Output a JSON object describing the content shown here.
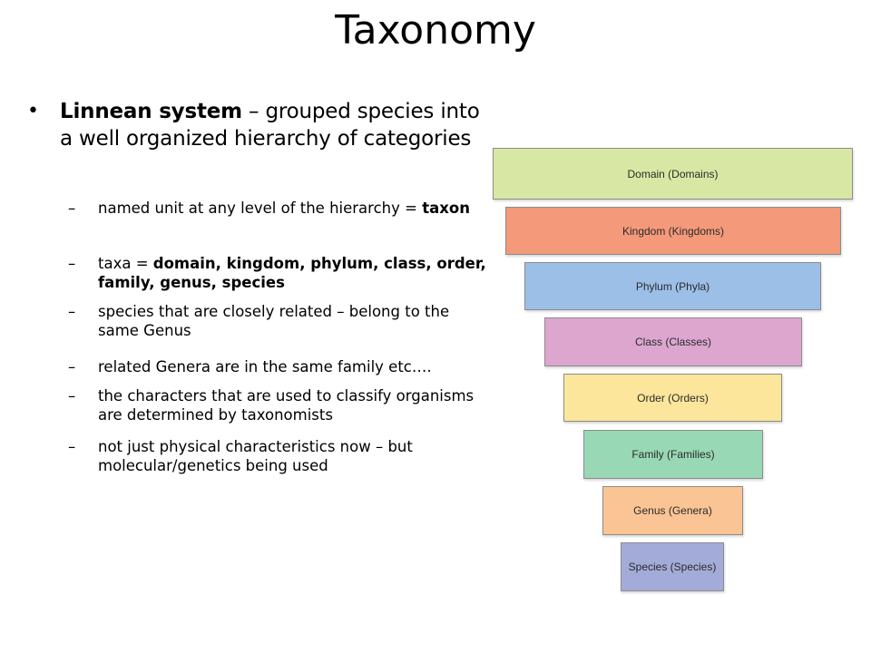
{
  "slide": {
    "title": "Taxonomy",
    "bullet": {
      "bold": "Linnean system",
      "rest": " – grouped species into a well organized hierarchy of categories"
    },
    "subpoints": [
      {
        "normal": "named unit at any level of the hierarchy = ",
        "bold": "taxon"
      },
      {
        "normal": "taxa = ",
        "bold": "domain, kingdom, phylum, class, order, family, genus, species"
      },
      {
        "normal": "species that are closely related – belong to the same Genus",
        "bold": ""
      },
      {
        "normal": "related Genera are in the same family etc….",
        "bold": ""
      },
      {
        "normal": "the characters that are used to classify organisms are determined by taxonomists",
        "bold": ""
      },
      {
        "normal": "not just physical characteristics now – but molecular/genetics being used",
        "bold": ""
      }
    ]
  },
  "hierarchy": [
    {
      "label": "Domain (Domains)",
      "color": "#d8e8a4"
    },
    {
      "label": "Kingdom (Kingdoms)",
      "color": "#f4997a"
    },
    {
      "label": "Phylum (Phyla)",
      "color": "#9cbfe8"
    },
    {
      "label": "Class (Classes)",
      "color": "#dca6cf"
    },
    {
      "label": "Order (Orders)",
      "color": "#fbe69c"
    },
    {
      "label": "Family (Families)",
      "color": "#98d8b4"
    },
    {
      "label": "Genus (Genera)",
      "color": "#fbc495"
    },
    {
      "label": "Species (Species)",
      "color": "#a3acd8"
    }
  ]
}
